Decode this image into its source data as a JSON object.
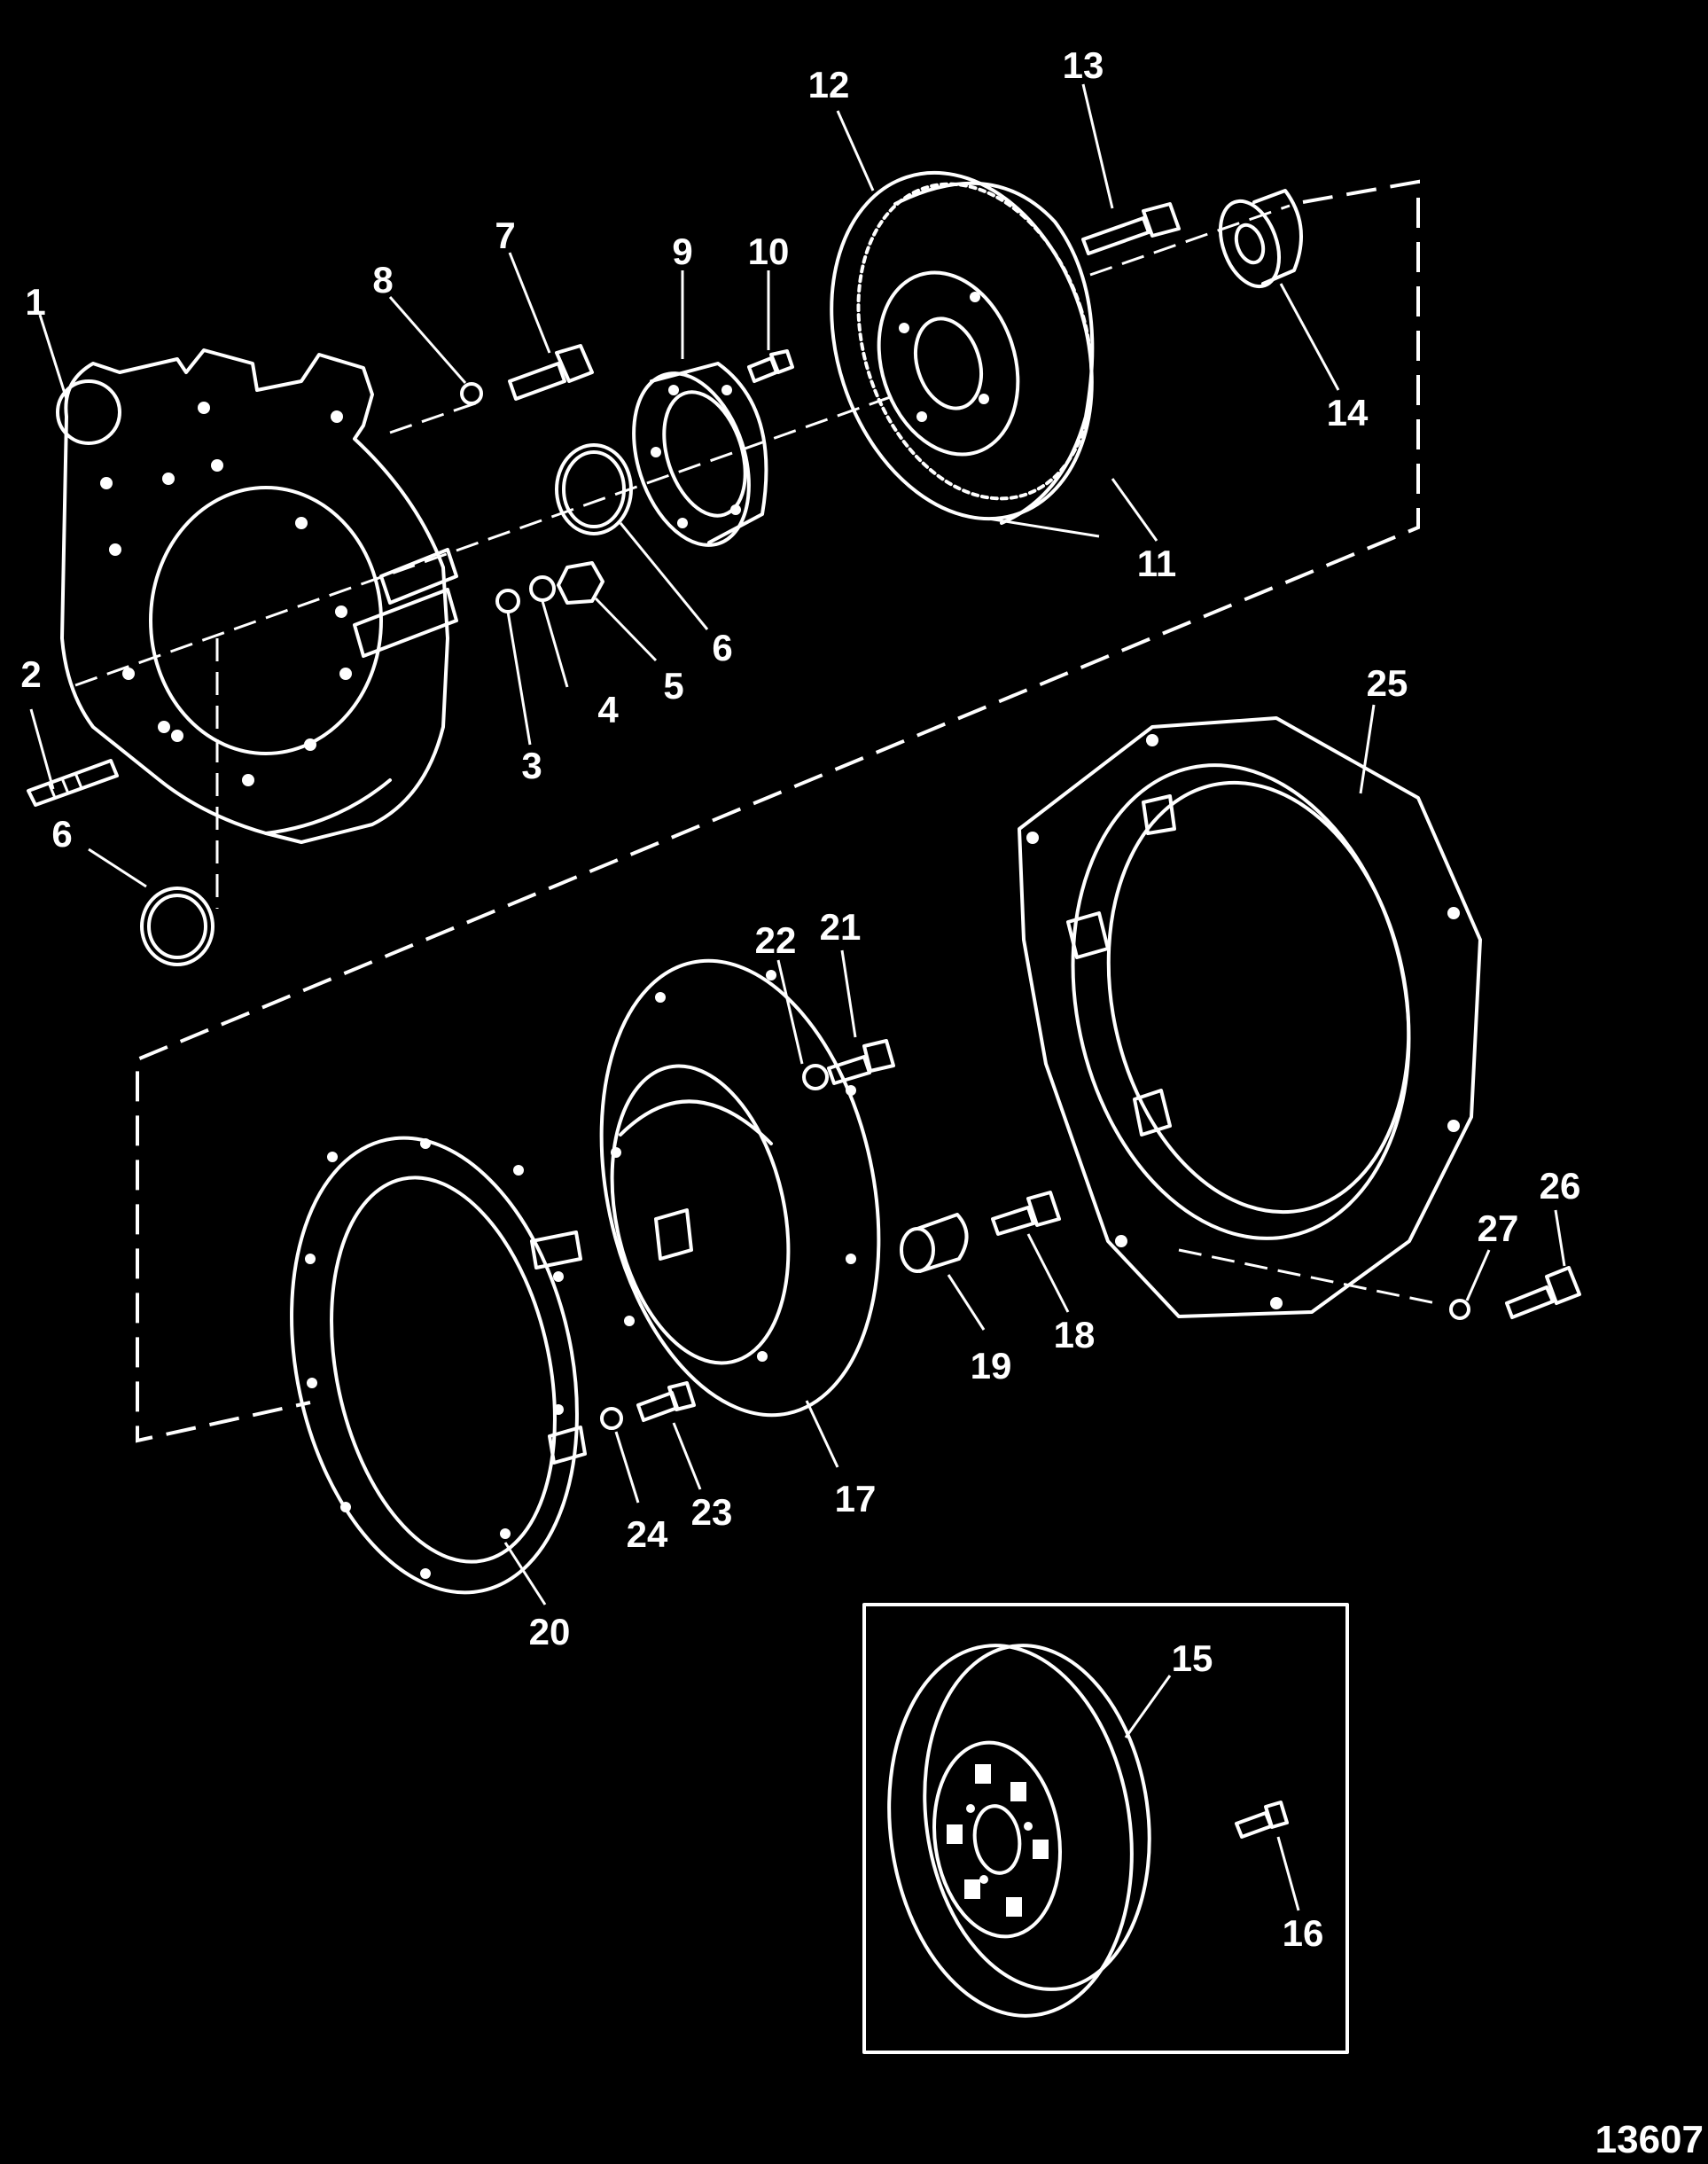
{
  "figure_number": "13607",
  "callouts": [
    {
      "label": "1"
    },
    {
      "label": "2"
    },
    {
      "label": "3"
    },
    {
      "label": "4"
    },
    {
      "label": "5"
    },
    {
      "label": "6"
    },
    {
      "label": "7"
    },
    {
      "label": "8"
    },
    {
      "label": "9"
    },
    {
      "label": "10"
    },
    {
      "label": "11"
    },
    {
      "label": "12"
    },
    {
      "label": "13"
    },
    {
      "label": "14"
    },
    {
      "label": "15"
    },
    {
      "label": "16"
    },
    {
      "label": "17"
    },
    {
      "label": "18"
    },
    {
      "label": "19"
    },
    {
      "label": "20"
    },
    {
      "label": "21"
    },
    {
      "label": "22"
    },
    {
      "label": "23"
    },
    {
      "label": "24"
    },
    {
      "label": "25"
    },
    {
      "label": "26"
    },
    {
      "label": "27"
    },
    {
      "label": "6"
    }
  ],
  "colors": {
    "background": "#000000",
    "line": "#ffffff"
  }
}
